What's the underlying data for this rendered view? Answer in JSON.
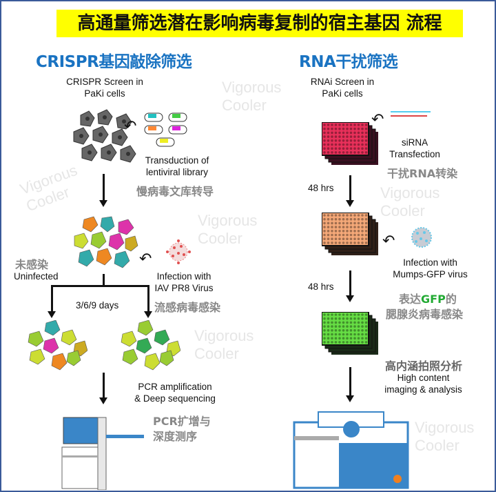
{
  "title": "高通量筛选潜在影响病毒复制的宿主基因 流程",
  "watermark": [
    "Vigorous",
    "Cooler"
  ],
  "crispr": {
    "heading": "CRISPR基因敲除筛选",
    "screen": [
      "CRISPR Screen in",
      "PaKi cells"
    ],
    "transduction": [
      "Transduction of",
      "lentiviral library"
    ],
    "transduction_zh": "慢病毒文库转导",
    "uninfected_zh": "未感染",
    "uninfected": "Uninfected",
    "infection": [
      "Infection with",
      "IAV PR8 Virus"
    ],
    "infection_zh": "流感病毒感染",
    "days": "3/6/9 days",
    "pcr": [
      "PCR amplification",
      "& Deep sequencing"
    ],
    "pcr_zh": [
      "PCR扩增与",
      "深度测序"
    ]
  },
  "rnai": {
    "heading": "RNA干扰筛选",
    "screen": [
      "RNAi Screen in",
      "PaKi cells"
    ],
    "sirna": [
      "siRNA",
      "Transfection"
    ],
    "sirna_zh": "干扰RNA转染",
    "hrs1": "48 hrs",
    "infection": [
      "Infection with",
      "Mumps-GFP virus"
    ],
    "hrs2": "48 hrs",
    "gfp_zh": {
      "pre": "表达",
      "gfp": "GFP",
      "post": "的",
      "line2": "腮腺炎病毒感染"
    },
    "imaging_zh": "高内涵拍照分析",
    "imaging": [
      "High content",
      "imaging & analysis"
    ]
  },
  "colors": {
    "accent": "#1a73c2",
    "title_bg": "#ffff00",
    "plate1": "#e8305a",
    "plate2": "#f4a878",
    "plate3": "#66dd44",
    "gfp": "#22aa33"
  }
}
